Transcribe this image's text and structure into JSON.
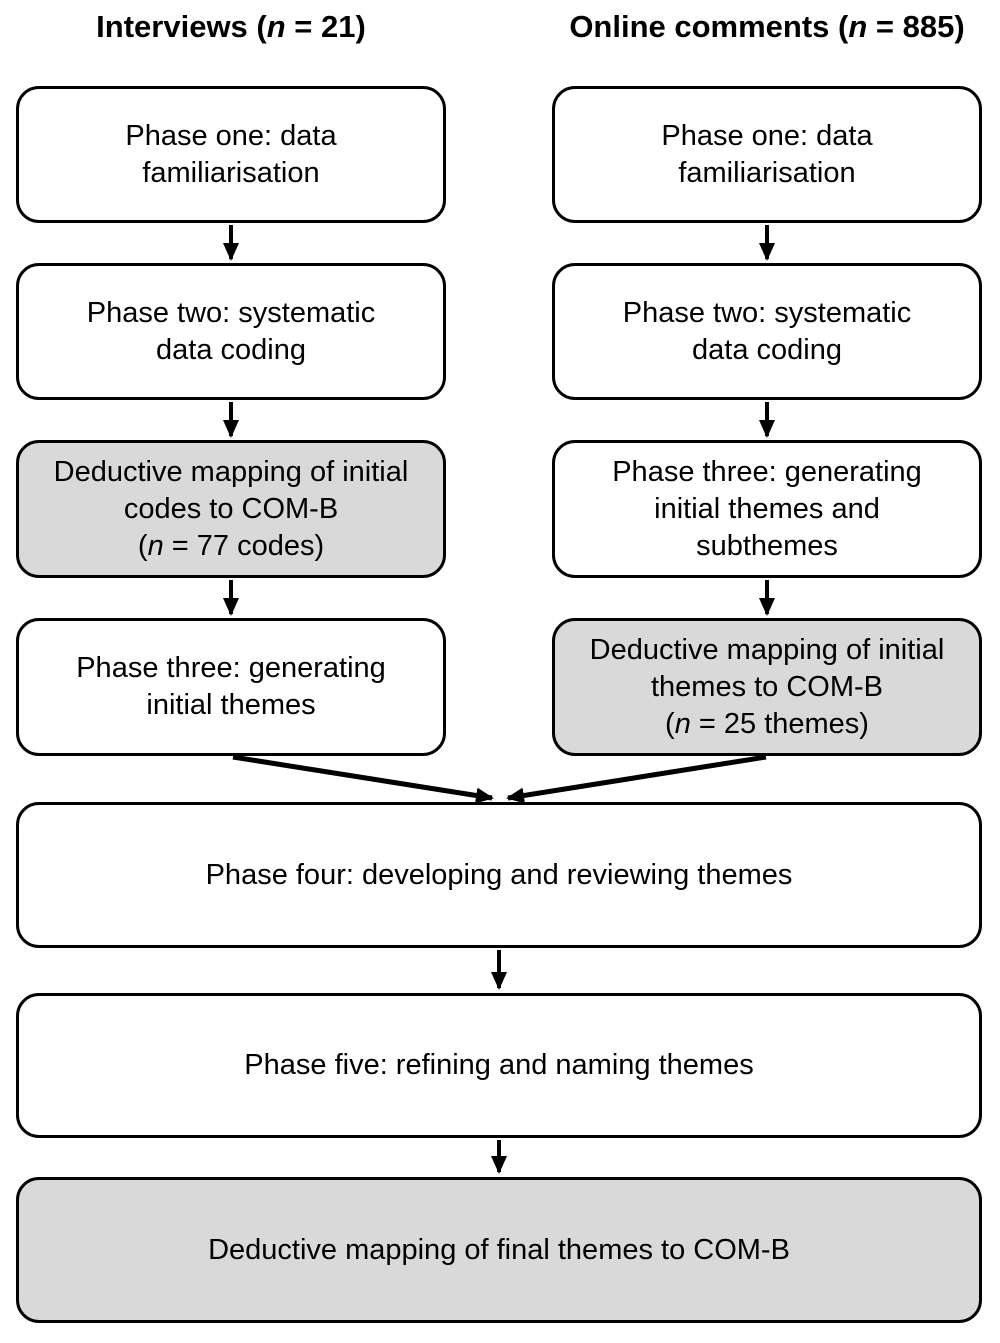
{
  "headers": {
    "left": {
      "pre": "Interviews (",
      "n": "n",
      "post": " = 21)"
    },
    "right": {
      "pre": "Online comments (",
      "n": "n",
      "post": " = 885)"
    }
  },
  "columns": {
    "left": {
      "phase1": {
        "line1": "Phase one: data",
        "line2": "familiarisation"
      },
      "phase2": {
        "line1": "Phase two: systematic",
        "line2": "data coding"
      },
      "mapping": {
        "line1": "Deductive mapping of initial",
        "line2": "codes to COM-B",
        "count_pre": "(",
        "count_n": "n",
        "count_post": " = 77 codes)"
      },
      "phase3": {
        "line1": "Phase three: generating",
        "line2": "initial themes"
      }
    },
    "right": {
      "phase1": {
        "line1": "Phase one: data",
        "line2": "familiarisation"
      },
      "phase2": {
        "line1": "Phase two: systematic",
        "line2": "data coding"
      },
      "phase3": {
        "line1": "Phase three: generating",
        "line2": "initial themes and",
        "line3": "subthemes"
      },
      "mapping": {
        "line1": "Deductive mapping of initial",
        "line2": "themes to COM-B",
        "count_pre": "(",
        "count_n": "n",
        "count_post": " = 25 themes)"
      }
    }
  },
  "merged": {
    "phase4": "Phase four: developing and reviewing themes",
    "phase5": "Phase five: refining and naming themes",
    "final_mapping": "Deductive mapping of final themes to COM-B"
  },
  "colors": {
    "background": "#ffffff",
    "box_fill_white": "#ffffff",
    "box_fill_gray": "#d9d9d9",
    "stroke": "#000000",
    "text": "#000000"
  }
}
